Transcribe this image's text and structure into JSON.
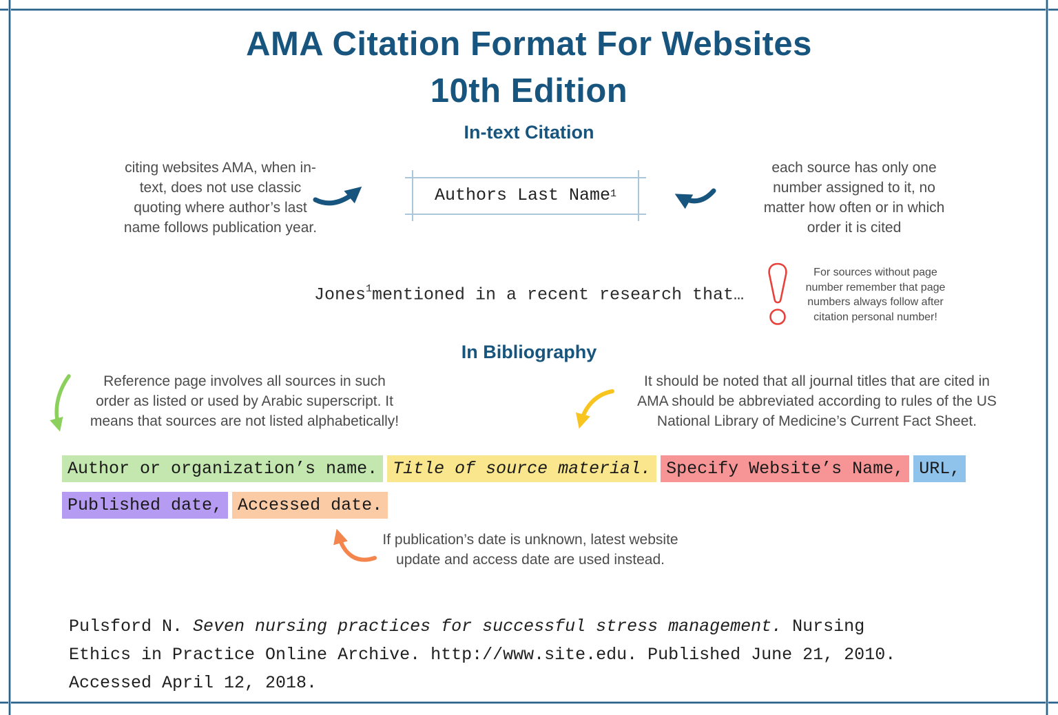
{
  "header": {
    "title_line1": "AMA Citation Format For Websites",
    "title_line2": "10th Edition"
  },
  "intext": {
    "heading": "In-text Citation",
    "left_note": "citing websites AMA, when in-\ntext, does not use classic\nquoting where author’s last\nname follows publication year.",
    "box_text": "Authors Last Name",
    "box_superscript": "1",
    "right_note": "each source has only one\nnumber assigned to it, no\nmatter how often or in which\norder it is cited",
    "example_name": "Jones",
    "example_superscript": "1",
    "example_rest": "mentioned in a recent research that…",
    "warning_note": "For sources without page\nnumber remember that page\nnumbers always follow after\ncitation personal number!"
  },
  "bibliography": {
    "heading": "In Bibliography",
    "left_note": "Reference page involves all sources in such\norder as listed or used by Arabic superscript. It\nmeans that sources are not listed alphabetically!",
    "right_note": "It should be noted that all journal titles that are cited in\nAMA should be abbreviated according to rules of the US\nNational Library of Medicine’s Current Fact Sheet.",
    "format_parts": [
      {
        "name": "author",
        "text": "Author or organization’s name.",
        "color": "#c3e7af",
        "italic": false
      },
      {
        "name": "title",
        "text": "Title of source material.",
        "color": "#fae78d",
        "italic": true
      },
      {
        "name": "website",
        "text": "Specify Website’s Name,",
        "color": "#f79596",
        "italic": false
      },
      {
        "name": "url",
        "text": "URL,",
        "color": "#8fc3ec",
        "italic": false
      },
      {
        "name": "published",
        "text": "Published date,",
        "color": "#b59cf2",
        "italic": false
      },
      {
        "name": "accessed",
        "text": "Accessed date.",
        "color": "#fbcba6",
        "italic": false
      }
    ],
    "date_note": "If publication’s date is unknown, latest website\nupdate and access date are used instead.",
    "example": {
      "prefix": "Pulsford N. ",
      "italic_title": "Seven nursing practices for successful stress management.",
      "suffix": " Nursing Ethics in Practice Online Archive. http://www.site.edu. Published June 21, 2010. Accessed April 12, 2018."
    }
  },
  "colors": {
    "heading_blue": "#17547e",
    "body_gray": "#4b4b4b",
    "frame_blue": "#2e6186",
    "frame_halo": "#a9c6da",
    "arrow_blue": "#17547e",
    "arrow_green": "#8bd05c",
    "arrow_yellow": "#f8c41f",
    "arrow_orange": "#f4854d",
    "warning_red": "#e8403a",
    "highlight_green": "#c3e7af",
    "highlight_yellow": "#fae78d",
    "highlight_red": "#f79596",
    "highlight_blue": "#8fc3ec",
    "highlight_purple": "#b59cf2",
    "highlight_peach": "#fbcba6"
  }
}
